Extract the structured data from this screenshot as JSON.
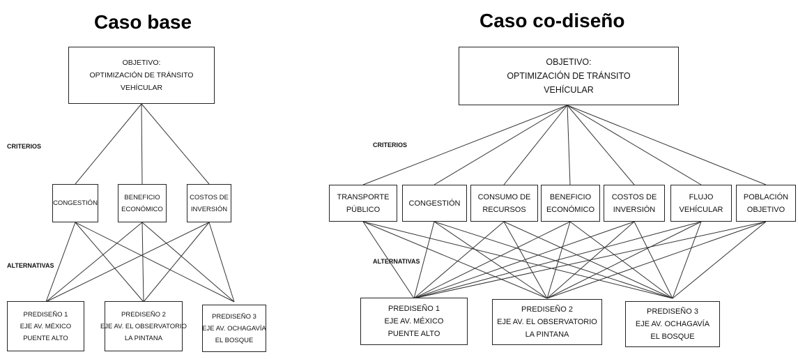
{
  "left": {
    "title": "Caso base",
    "goal": {
      "label": "OBJETIVO:",
      "line1": "OPTIMIZACIÓN DE TRÁNSITO",
      "line2": "VEHÍCULAR"
    },
    "criteria_label": "CRITERIOS",
    "alternatives_label": "ALTERNATIVAS",
    "criteria": [
      {
        "line1": "CONGESTIÓN",
        "line2": ""
      },
      {
        "line1": "BENEFICIO",
        "line2": "ECONÓMICO"
      },
      {
        "line1": "COSTOS DE",
        "line2": "INVERSIÓN"
      }
    ],
    "alternatives": [
      {
        "line1": "PREDISEÑO 1",
        "line2": "EJE AV. MÉXICO",
        "line3": "PUENTE ALTO"
      },
      {
        "line1": "PREDISEÑO 2",
        "line2": "EJE AV. EL OBSERVATORIO",
        "line3": "LA PINTANA"
      },
      {
        "line1": "PREDISEÑO 3",
        "line2": "EJE AV. OCHAGAVÍA",
        "line3": "EL BOSQUE"
      }
    ]
  },
  "right": {
    "title": "Caso co-diseño",
    "goal": {
      "label": "OBJETIVO:",
      "line1": "OPTIMIZACIÓN DE TRÁNSITO",
      "line2": "VEHÍCULAR"
    },
    "criteria_label": "CRITERIOS",
    "alternatives_label": "ALTERNATIVAS",
    "criteria": [
      {
        "line1": "TRANSPORTE",
        "line2": "PÚBLICO"
      },
      {
        "line1": "CONGESTIÓN",
        "line2": ""
      },
      {
        "line1": "CONSUMO DE",
        "line2": "RECURSOS"
      },
      {
        "line1": "BENEFICIO",
        "line2": "ECONÓMICO"
      },
      {
        "line1": "COSTOS DE",
        "line2": "INVERSIÓN"
      },
      {
        "line1": "FLUJO",
        "line2": "VEHÍCULAR"
      },
      {
        "line1": "POBLACIÓN",
        "line2": "OBJETIVO"
      }
    ],
    "alternatives": [
      {
        "line1": "PREDISEÑO 1",
        "line2": "EJE AV. MÉXICO",
        "line3": "PUENTE ALTO"
      },
      {
        "line1": "PREDISEÑO 2",
        "line2": "EJE AV. EL OBSERVATORIO",
        "line3": "LA PINTANA"
      },
      {
        "line1": "PREDISEÑO 3",
        "line2": "EJE AV. OCHAGAVÍA",
        "line3": "EL BOSQUE"
      }
    ]
  }
}
